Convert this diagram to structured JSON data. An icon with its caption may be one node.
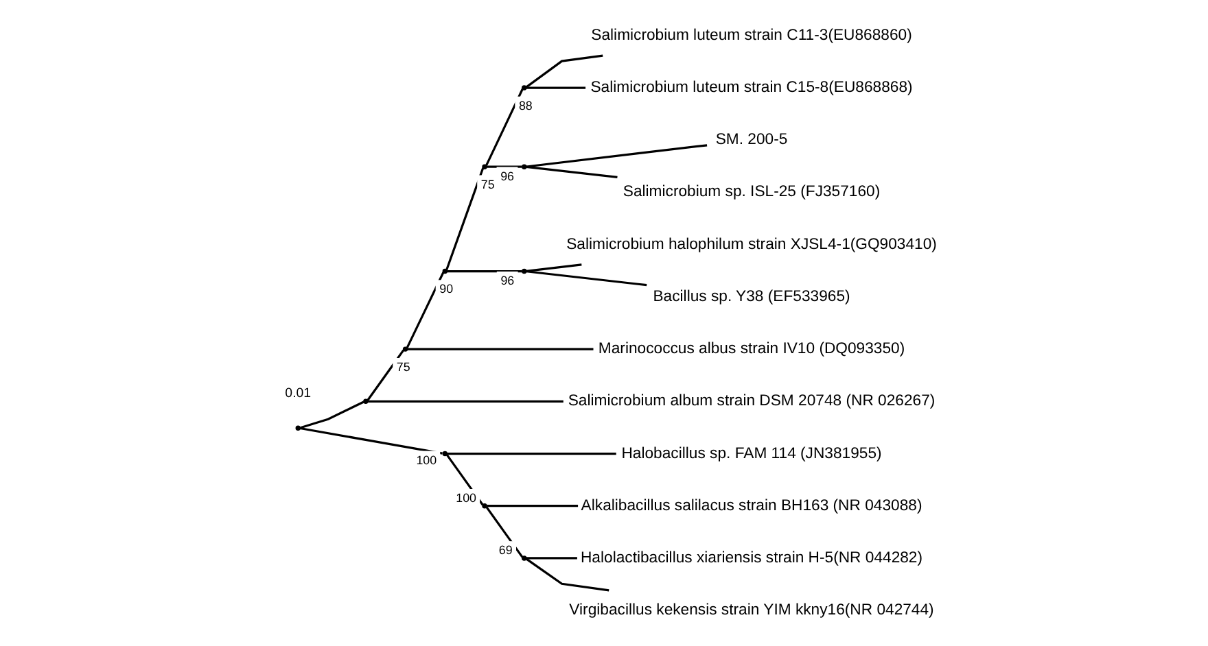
{
  "diagram": {
    "nodes": [
      {
        "text": [],
        "shape": "point"
      },
      {
        "text": [],
        "shape": "point"
      },
      {
        "text": [],
        "shape": "point",
        "beside": [
          "75"
        ]
      },
      {
        "text": [],
        "shape": "point",
        "beside": [
          "90"
        ]
      },
      {
        "text": [],
        "shape": "point",
        "beside": [
          "75"
        ]
      },
      {
        "text": [],
        "shape": "point",
        "beside": [
          "88"
        ]
      },
      {
        "text": [
          "Salimicrobium luteum strain C11-3(EU868860)"
        ]
      },
      {
        "text": [
          "Salimicrobium luteum strain C15-8(EU868868)"
        ]
      },
      {
        "text": [],
        "shape": "point",
        "beside": [
          "96"
        ]
      },
      {
        "text": [
          "SM. 200-5"
        ]
      },
      {
        "text": [
          "Salimicrobium sp. ISL-25 (FJ357160)"
        ]
      },
      {
        "text": [],
        "shape": "point",
        "beside": [
          "96"
        ]
      },
      {
        "text": [
          "Salimicrobium halophilum strain XJSL4-1(GQ903410)"
        ]
      },
      {
        "text": [
          "Bacillus sp. Y38 (EF533965)"
        ]
      },
      {
        "text": [
          "Marinococcus albus strain IV10 (DQ093350)"
        ]
      },
      {
        "text": [
          "Salimicrobium album strain DSM 20748 (NR 026267)"
        ]
      },
      {
        "text": [],
        "shape": "point",
        "beside": [
          "100"
        ]
      },
      {
        "text": [
          "Halobacillus sp. FAM 114 (JN381955)"
        ]
      },
      {
        "text": [],
        "shape": "point",
        "beside": [
          "100"
        ]
      },
      {
        "text": [
          "Alkalibacillus salilacus strain BH163 (NR 043088)"
        ]
      },
      {
        "text": [],
        "shape": "point",
        "beside": [
          "69"
        ]
      },
      {
        "text": [
          "Halolactibacillus xiariensis strain H-5(NR 044282)"
        ]
      },
      {
        "text": [
          "Virgibacillus kekensis strain YIM kkny16(NR 042744)"
        ]
      }
    ],
    "edges": [
      {
        "from": 0,
        "to": 1,
        "arrow": "none"
      },
      {
        "from": 0,
        "to": 16,
        "arrow": "none"
      },
      {
        "from": 1,
        "to": 2,
        "arrow": "none"
      },
      {
        "from": 1,
        "to": 15,
        "arrow": "none"
      },
      {
        "from": 2,
        "to": 3,
        "arrow": "none"
      },
      {
        "from": 2,
        "to": 14,
        "arrow": "none"
      },
      {
        "from": 3,
        "to": 4,
        "arrow": "none"
      },
      {
        "from": 3,
        "to": 11,
        "arrow": "none"
      },
      {
        "from": 4,
        "to": 5,
        "arrow": "none"
      },
      {
        "from": 4,
        "to": 8,
        "arrow": "none"
      },
      {
        "from": 5,
        "to": 6,
        "arrow": "none"
      },
      {
        "from": 5,
        "to": 7,
        "arrow": "none"
      },
      {
        "from": 8,
        "to": 9,
        "arrow": "none"
      },
      {
        "from": 8,
        "to": 10,
        "arrow": "none"
      },
      {
        "from": 11,
        "to": 12,
        "arrow": "none"
      },
      {
        "from": 11,
        "to": 13,
        "arrow": "none"
      },
      {
        "from": 16,
        "to": 17,
        "arrow": "none"
      },
      {
        "from": 16,
        "to": 18,
        "arrow": "none"
      },
      {
        "from": 18,
        "to": 19,
        "arrow": "none"
      },
      {
        "from": 18,
        "to": 20,
        "arrow": "none"
      },
      {
        "from": 20,
        "to": 21,
        "arrow": "none"
      },
      {
        "from": 20,
        "to": 22,
        "arrow": "none"
      }
    ],
    "labels": [
      "0.01"
    ]
  }
}
